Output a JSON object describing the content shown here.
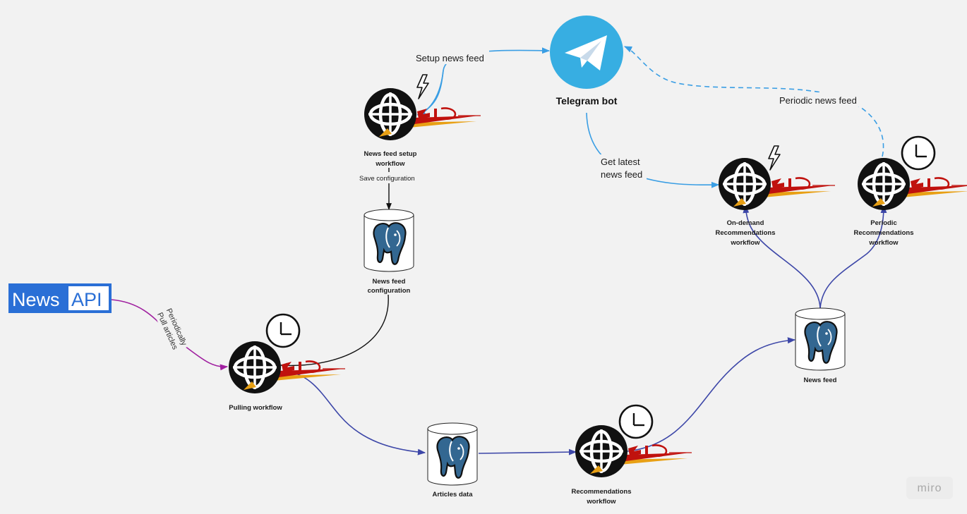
{
  "telegram": {
    "title": "Telegram bot"
  },
  "newsapi": {
    "left": "News",
    "right": "API"
  },
  "edges": {
    "setup": "Setup news feed",
    "periodic_feed": "Periodic news feed",
    "get_latest_1": "Get latest",
    "get_latest_2": "news feed",
    "save_config": "Save configuration",
    "pull_1": "Periodically",
    "pull_2": "Pull articles"
  },
  "workflows": {
    "setup_1": "News feed setup",
    "setup_2": "workflow",
    "ondemand_1": "On-demand",
    "ondemand_2": "Recommendations",
    "ondemand_3": "workflow",
    "periodic_1": "Periodic",
    "periodic_2": "Recommendations",
    "periodic_3": "workflow",
    "pulling": "Pulling workflow",
    "reco_1": "Recommendations",
    "reco_2": "workflow"
  },
  "databases": {
    "config_1": "News feed",
    "config_2": "configuration",
    "articles": "Articles data",
    "newsfeed": "News feed"
  },
  "watermark": "miro",
  "colors": {
    "blue": "#3a9ee4",
    "indigo": "#3d47a8",
    "purple": "#a020a0",
    "telegram": "#37aee2",
    "newsapi": "#2a6fd6",
    "zio_red": "#c0120e"
  }
}
